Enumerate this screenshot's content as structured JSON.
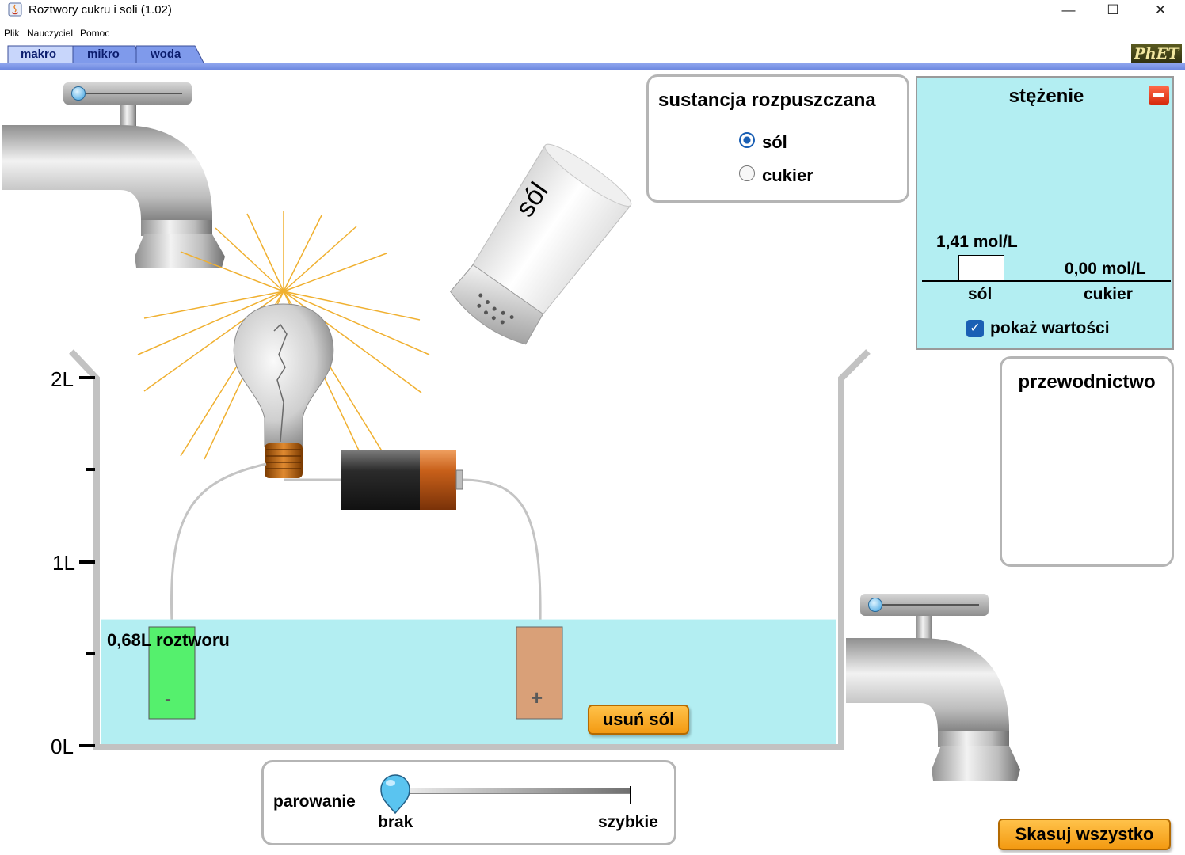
{
  "window": {
    "title": "Roztwory cukru i soli (1.02)",
    "controls": [
      "minimize-icon",
      "maximize-icon",
      "close-icon"
    ]
  },
  "menu": [
    "Plik",
    "Nauczyciel",
    "Pomoc"
  ],
  "tabs": [
    {
      "label": "makro",
      "active": true
    },
    {
      "label": "mikro",
      "active": false
    },
    {
      "label": "woda",
      "active": false
    }
  ],
  "logo": "PhET",
  "solute_panel": {
    "title": "sustancja rozpuszczana",
    "options": [
      {
        "label": "sól",
        "selected": true
      },
      {
        "label": "cukier",
        "selected": false
      }
    ]
  },
  "concentration_panel": {
    "title": "stężenie",
    "bars": [
      {
        "label": "sól",
        "value_text": "1,41 mol/L",
        "value": 1.41
      },
      {
        "label": "cukier",
        "value_text": "0,00 mol/L",
        "value": 0.0
      }
    ],
    "show_values_label": "pokaż wartości",
    "show_values_checked": true,
    "background_color": "#b3eef2"
  },
  "conductivity_panel": {
    "title": "przewodnictwo"
  },
  "beaker": {
    "scale_labels": [
      "2L",
      "1L",
      "0L"
    ],
    "volume_label": "0,68L roztworu",
    "volume_liters": 0.68,
    "capacity_liters": 2,
    "solution_color": "#b3eef2"
  },
  "shaker": {
    "label": "sól"
  },
  "electrodes": {
    "negative": "-",
    "positive": "+"
  },
  "remove_button": "usuń sól",
  "evaporation": {
    "label": "parowanie",
    "min_label": "brak",
    "max_label": "szybkie",
    "value": 0
  },
  "top_faucet_flow": 0,
  "bottom_faucet_flow": 0,
  "reset_button": "Skasuj wszystko"
}
